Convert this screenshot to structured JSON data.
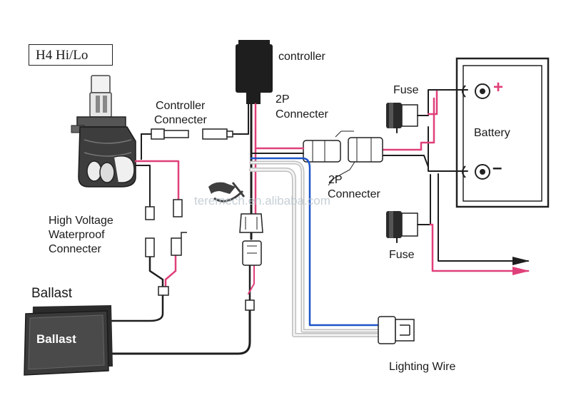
{
  "labels": {
    "title": "H4 Hi/Lo",
    "controller": "controller",
    "controller_connecter_1": "Controller",
    "controller_connecter_2": "Connecter",
    "twop_top_1": "2P",
    "twop_top_2": "Connecter",
    "twop_bottom_1": "2P",
    "twop_bottom_2": "Connecter",
    "fuse_top": "Fuse",
    "fuse_bottom": "Fuse",
    "battery": "Battery",
    "plus": "+",
    "minus": "–",
    "hv_1": "High Voltage",
    "hv_2": "Waterproof",
    "hv_3": "Connecter",
    "ballast": "Ballast",
    "ballast_box": "Ballast",
    "lighting_wire": "Lighting Wire",
    "watermark": "teremech.en.alibaba.com"
  },
  "colors": {
    "wire_black": "#1e1e1e",
    "wire_pink": "#e0407a",
    "wire_blue": "#1d55c8",
    "wire_gray": "#bfbfbf",
    "wire_white": "#f4f4f4",
    "ballast_body": "#2b2b2b"
  }
}
